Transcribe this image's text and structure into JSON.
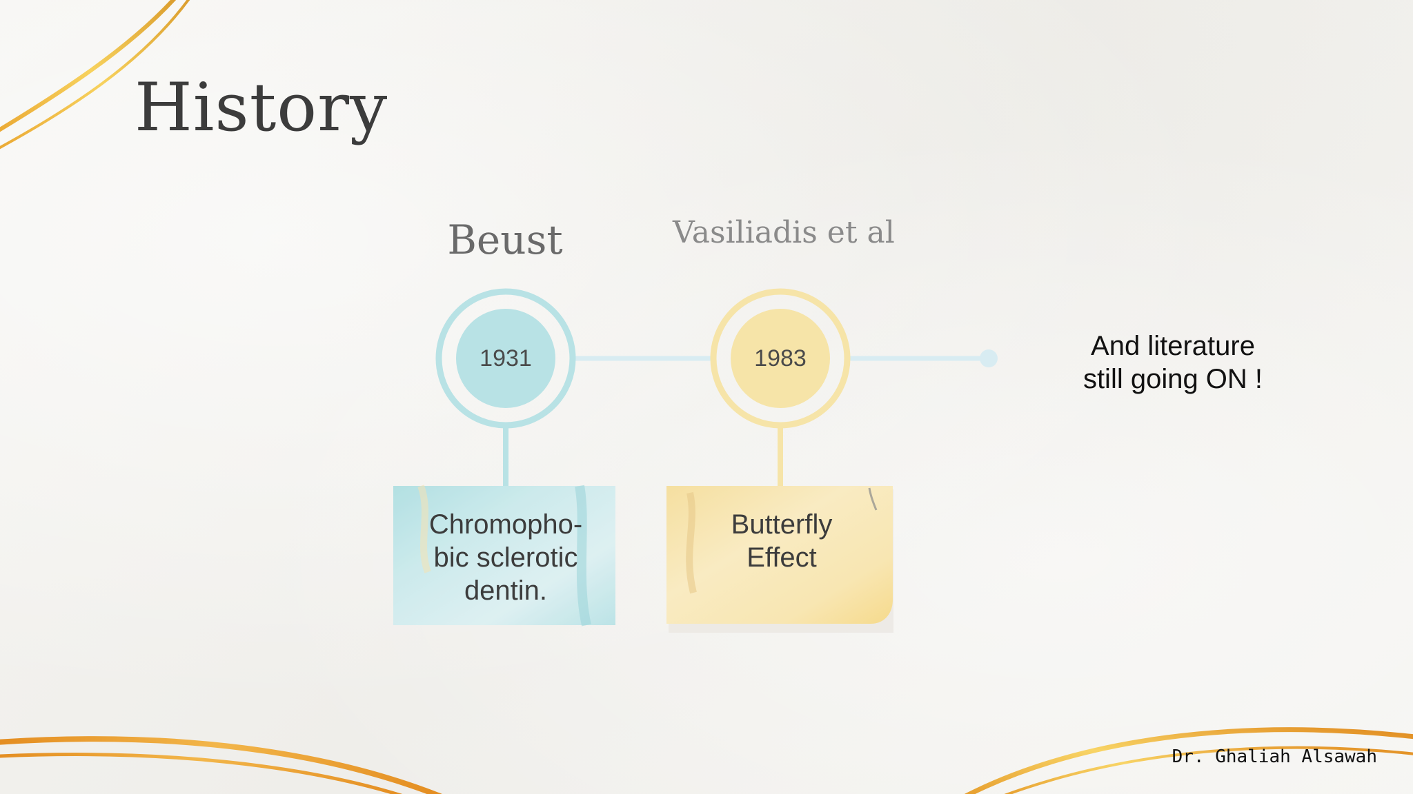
{
  "slide": {
    "title": "History",
    "timeline": [
      {
        "person": "Beust",
        "year": "1931",
        "description": "Chromopho-\nbic sclerotic\ndentin.",
        "color": "#b8e2e5"
      },
      {
        "person": "Vasiliadis et al",
        "year": "1983",
        "description": "Butterfly\nEffect",
        "color": "#f6e4a8"
      }
    ],
    "note": "And literature\nstill going ON !",
    "author": "Dr. Ghaliah Alsawah"
  },
  "colors": {
    "background": "#f3f2ef",
    "teal": "#b8e2e5",
    "yellow": "#f6e4a8",
    "gold": "#e8b84a",
    "line": "#d8ecf2"
  }
}
